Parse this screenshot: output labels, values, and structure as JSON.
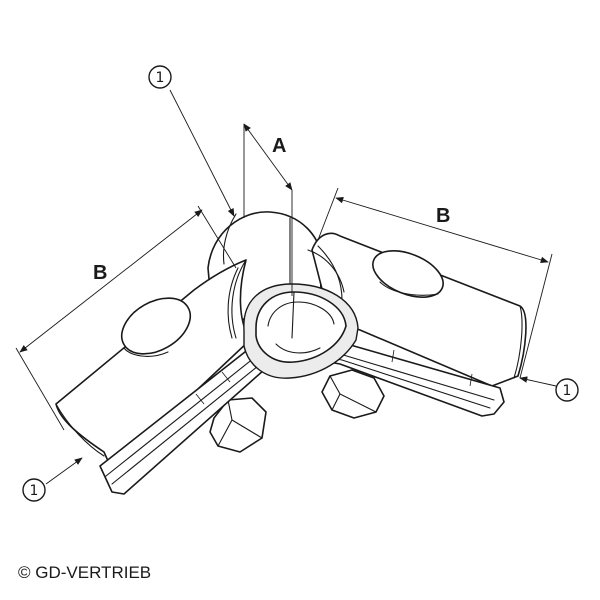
{
  "dimension_labels": {
    "angle": "A",
    "tube_left": "B",
    "tube_right": "B"
  },
  "callouts": [
    {
      "number": "1"
    },
    {
      "number": "1"
    },
    {
      "number": "1"
    }
  ],
  "copyright": "© GD-VERTRIEB"
}
